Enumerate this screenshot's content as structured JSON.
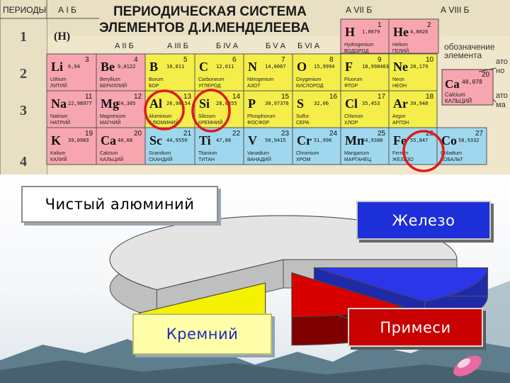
{
  "table": {
    "headers": {
      "periods": "ПЕРИОДЫ",
      "groups": [
        "А I Б",
        "А II Б",
        "А III Б",
        "Б IV А",
        "Б V А",
        "Б VI А",
        "А VII Б",
        "А VIII Б"
      ],
      "title_line1": "ПЕРИОДИЧЕСКАЯ СИСТЕМА",
      "title_line2": "ЭЛЕМЕНТОВ Д.И.МЕНДЕЛЕЕВА"
    },
    "period_numbers": [
      "1",
      "2",
      "3",
      "4"
    ],
    "hydrogen_placeholder": "(H)",
    "elements": [
      {
        "sym": "H",
        "num": "1",
        "mass": "1,0079",
        "latin": "Hydrogenium",
        "ru": "ВОДОРОД",
        "color": "#f7a6b0"
      },
      {
        "sym": "He",
        "num": "2",
        "mass": "4,0026",
        "latin": "Helium",
        "ru": "ГЕЛИЙ",
        "color": "#f7a6b0"
      },
      {
        "sym": "Li",
        "num": "3",
        "mass": "6,94",
        "latin": "Lithium",
        "ru": "ЛИТИЙ",
        "color": "#f7a6b0"
      },
      {
        "sym": "Be",
        "num": "4",
        "mass": "9,0122",
        "latin": "Beryllium",
        "ru": "БЕРИЛЛИЙ",
        "color": "#f7a6b0"
      },
      {
        "sym": "B",
        "num": "5",
        "mass": "10,811",
        "latin": "Borum",
        "ru": "БОР",
        "color": "#f5ee4a"
      },
      {
        "sym": "C",
        "num": "6",
        "mass": "12,011",
        "latin": "Carboneum",
        "ru": "УГЛЕРОД",
        "color": "#f5ee4a"
      },
      {
        "sym": "N",
        "num": "7",
        "mass": "14,0067",
        "latin": "Nitrogenium",
        "ru": "АЗОТ",
        "color": "#f5ee4a"
      },
      {
        "sym": "O",
        "num": "8",
        "mass": "15,9994",
        "latin": "Oxygenium",
        "ru": "КИСЛОРОД",
        "color": "#f5ee4a"
      },
      {
        "sym": "F",
        "num": "9",
        "mass": "18,998403",
        "latin": "Fluorum",
        "ru": "ФТОР",
        "color": "#f5ee4a"
      },
      {
        "sym": "Ne",
        "num": "10",
        "mass": "20,179",
        "latin": "Neon",
        "ru": "НЕОН",
        "color": "#f5ee4a"
      },
      {
        "sym": "Na",
        "num": "11",
        "mass": "22,98977",
        "latin": "Natrium",
        "ru": "НАТРИЙ",
        "color": "#f7a6b0"
      },
      {
        "sym": "Mg",
        "num": "12",
        "mass": "24,305",
        "latin": "Magnesium",
        "ru": "МАГНИЙ",
        "color": "#f7a6b0"
      },
      {
        "sym": "Al",
        "num": "13",
        "mass": "26,98154",
        "latin": "Aluminium",
        "ru": "АЛЮМИНИЙ",
        "color": "#f5ee4a"
      },
      {
        "sym": "Si",
        "num": "14",
        "mass": "28,0855",
        "latin": "Silicium",
        "ru": "КРЕМНИЙ",
        "color": "#f5ee4a"
      },
      {
        "sym": "P",
        "num": "15",
        "mass": "30,97376",
        "latin": "Phosphorum",
        "ru": "ФОСФОР",
        "color": "#f5ee4a"
      },
      {
        "sym": "S",
        "num": "16",
        "mass": "32,06",
        "latin": "Sulfur",
        "ru": "СЕРА",
        "color": "#f5ee4a"
      },
      {
        "sym": "Cl",
        "num": "17",
        "mass": "35,453",
        "latin": "Chlorum",
        "ru": "ХЛОР",
        "color": "#f5ee4a"
      },
      {
        "sym": "Ar",
        "num": "18",
        "mass": "39,948",
        "latin": "Argon",
        "ru": "АРГОН",
        "color": "#f5ee4a"
      },
      {
        "sym": "K",
        "num": "19",
        "mass": "39,0983",
        "latin": "Kalium",
        "ru": "КАЛИЙ",
        "color": "#f7a6b0"
      },
      {
        "sym": "Ca",
        "num": "20",
        "mass": "40,08",
        "latin": "Calcium",
        "ru": "КАЛЬЦИЙ",
        "color": "#f7a6b0"
      },
      {
        "sym": "Sc",
        "num": "21",
        "mass": "44,9559",
        "latin": "Scandium",
        "ru": "СКАНДИЙ",
        "color": "#9fd8ee"
      },
      {
        "sym": "Ti",
        "num": "22",
        "mass": "47,88",
        "latin": "Titanium",
        "ru": "ТИТАН",
        "color": "#9fd8ee"
      },
      {
        "sym": "V",
        "num": "23",
        "mass": "50,9415",
        "latin": "Vanadium",
        "ru": "ВАНАДИЙ",
        "color": "#9fd8ee"
      },
      {
        "sym": "Cr",
        "num": "24",
        "mass": "51,996",
        "latin": "Chromium",
        "ru": "ХРОМ",
        "color": "#9fd8ee"
      },
      {
        "sym": "Mn",
        "num": "25",
        "mass": "54,9380",
        "latin": "Manganum",
        "ru": "МАРГАНЕЦ",
        "color": "#9fd8ee"
      },
      {
        "sym": "Fe",
        "num": "26",
        "mass": "55,847",
        "latin": "Ferrum",
        "ru": "ЖЕЛЕЗО",
        "color": "#9fd8ee"
      },
      {
        "sym": "Co",
        "num": "27",
        "mass": "58,9332",
        "latin": "Cobaltum",
        "ru": "КОБАЛЬТ",
        "color": "#9fd8ee"
      }
    ],
    "legend": {
      "text1": "обозначение",
      "text2": "элемента",
      "sample_sym": "Ca",
      "sample_num": "20",
      "sample_mass": "40,078",
      "sample_latin": "Calcium",
      "sample_ru": "КАЛЬЦИЙ",
      "side1": "ато",
      "side2": "но",
      "side3": "ато",
      "side4": "ма"
    },
    "highlight_color": "#e01a1a"
  },
  "chart_data": {
    "type": "pie",
    "style": "3d-exploded",
    "slices": [
      {
        "name": "Чистый алюминий",
        "value": 62,
        "color": "#e4e4e4",
        "side": "#bfbfbf"
      },
      {
        "name": "Железо",
        "value": 14,
        "color": "#2b36e8",
        "side": "#1e2aa8"
      },
      {
        "name": "Примеси",
        "value": 11,
        "color": "#d90000",
        "side": "#800000"
      },
      {
        "name": "Кремний",
        "value": 13,
        "color": "#f5f200",
        "side": "#b5b300"
      }
    ],
    "labels": {
      "aluminium": "Чистый алюминий",
      "iron": "Железо",
      "silicon": "Кремний",
      "impurities": "Примеси"
    },
    "legend": "labels-on-chart"
  }
}
